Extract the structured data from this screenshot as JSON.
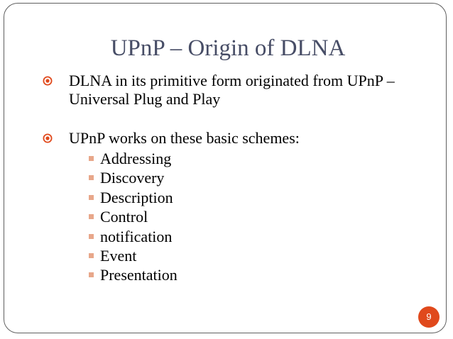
{
  "title": "UPnP – Origin of DLNA",
  "bullets": [
    {
      "text": "DLNA in its primitive form originated from UPnP – Universal Plug and Play"
    },
    {
      "text": "UPnP works on these basic schemes:"
    }
  ],
  "schemes": [
    "Addressing",
    "Discovery",
    "Description",
    "Control",
    "notification",
    "Event",
    "Presentation"
  ],
  "page_number": "9",
  "colors": {
    "title": "#474d66",
    "bullet_ring": "#e0491c",
    "sub_bullet": "#e8a78a",
    "page_badge": "#e0491c",
    "frame": "#5f5f5f"
  },
  "icons": {
    "main_bullet": "target-ring-bullet-icon",
    "sub_bullet": "square-bullet-icon"
  }
}
